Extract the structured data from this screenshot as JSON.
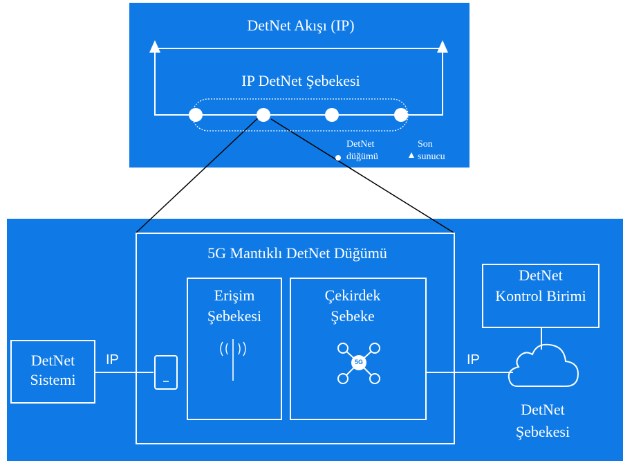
{
  "top": {
    "flow_title": "DetNet Akışı (IP)",
    "network_label": "IP DetNet Şebekesi",
    "legend_node_line1": "DetNet",
    "legend_node_line2": "düğümü",
    "legend_host_line1": "Son",
    "legend_host_line2": "sunucu"
  },
  "bottom": {
    "logical_node_title": "5G Mantıklı DetNet Düğümü",
    "access_line1": "Erişim",
    "access_line2": "Şebekesi",
    "core_line1": "Çekirdek",
    "core_line2": "Şebeke",
    "core_badge": "5G",
    "system_line1": "DetNet",
    "system_line2": "Sistemi",
    "ip_left": "IP",
    "ip_right": "IP",
    "controller_line1": "DetNet",
    "controller_line2": "Kontrol Birimi",
    "network_line1": "DetNet",
    "network_line2": "Şebekesi"
  },
  "colors": {
    "panel": "#0f7ae5",
    "line": "#ffffff",
    "connector": "#000000"
  }
}
